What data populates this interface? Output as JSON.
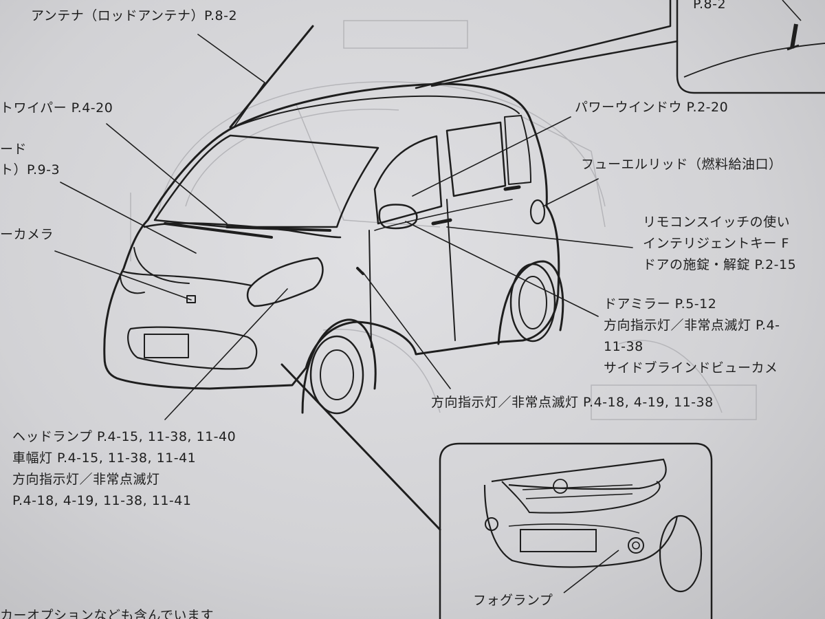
{
  "labels": {
    "antenna": "アンテナ（ロッドアンテナ）P.8-2",
    "inset_antenna_ref": "P.8-2",
    "wiper": "トワイパー P.4-20",
    "hood_line1": "ード",
    "hood_line2": "ト）P.9-3",
    "camera": "ーカメラ",
    "power_window": "パワーウインドウ P.2-20",
    "fuel_lid": "フューエルリッド（燃料給油口）",
    "remote_line1": "リモコンスイッチの使い",
    "remote_line2": "インテリジェントキー F",
    "remote_line3": "ドアの施錠・解錠 P.2-15",
    "mirror_line1": "ドアミラー P.5-12",
    "mirror_line2": "方向指示灯／非常点滅灯 P.4-",
    "mirror_line3": "11-38",
    "mirror_line4": "サイドブラインドビューカメ",
    "side_turn": "方向指示灯／非常点滅灯 P.4-18, 4-19, 11-38",
    "head_line1": "ヘッドランプ P.4-15, 11-38, 11-40",
    "head_line2": "車幅灯 P.4-15, 11-38, 11-41",
    "head_line3": "方向指示灯／非常点滅灯",
    "head_line4": "P.4-18, 4-19, 11-38, 11-41",
    "fog_lamp": "フォグランプ",
    "bottom_note": "カーオプションなども含んでいます"
  },
  "colors": {
    "paper": "#dcdcdf",
    "ink": "#1e1e1e",
    "faint": "#a9a9ad"
  }
}
